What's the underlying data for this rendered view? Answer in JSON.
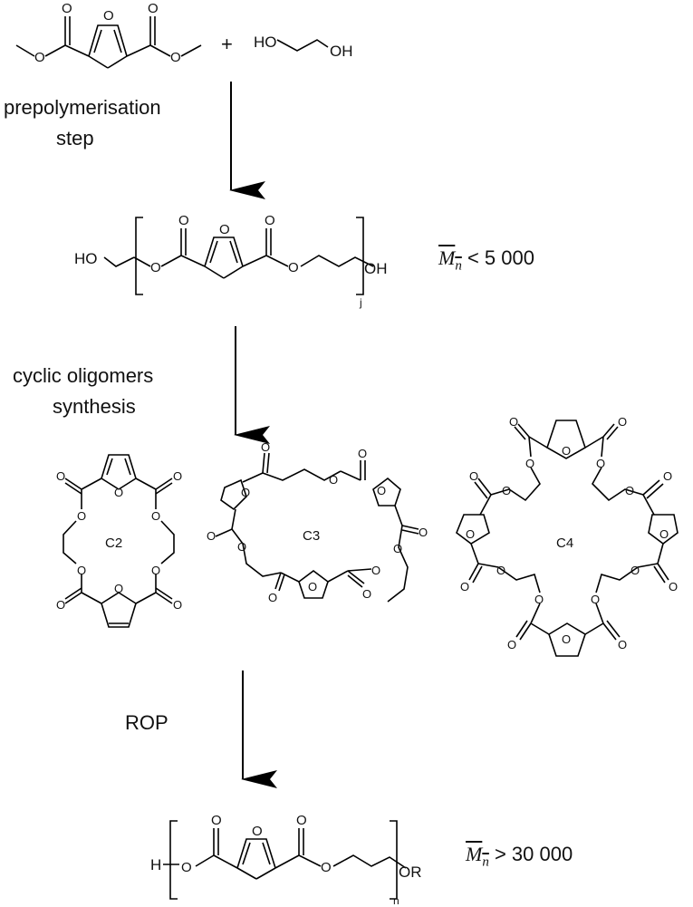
{
  "step_labels": {
    "prepolymerisation_line1": "prepolymerisation",
    "prepolymerisation_line2": "step",
    "cyclic_line1": "cyclic oligomers",
    "cyclic_line2": "synthesis",
    "rop": "ROP"
  },
  "reactants": {
    "plus": "+",
    "diol_left": "HO",
    "diol_right": "OH"
  },
  "prepolymer": {
    "end_left": "HO",
    "end_right": "OH",
    "repeat_subscript": "j",
    "mn_symbol": "M",
    "mn_sub": "n",
    "mn_condition": "< 5 000"
  },
  "cyclics": {
    "c2": "C2",
    "c3": "C3",
    "c4": "C4"
  },
  "polymer": {
    "end_left": "H",
    "end_right": "OR",
    "repeat_subscript": "n",
    "mn_symbol": "M",
    "mn_sub": "n",
    "mn_condition": "> 30 000"
  },
  "atoms": {
    "oxygen": "O"
  }
}
